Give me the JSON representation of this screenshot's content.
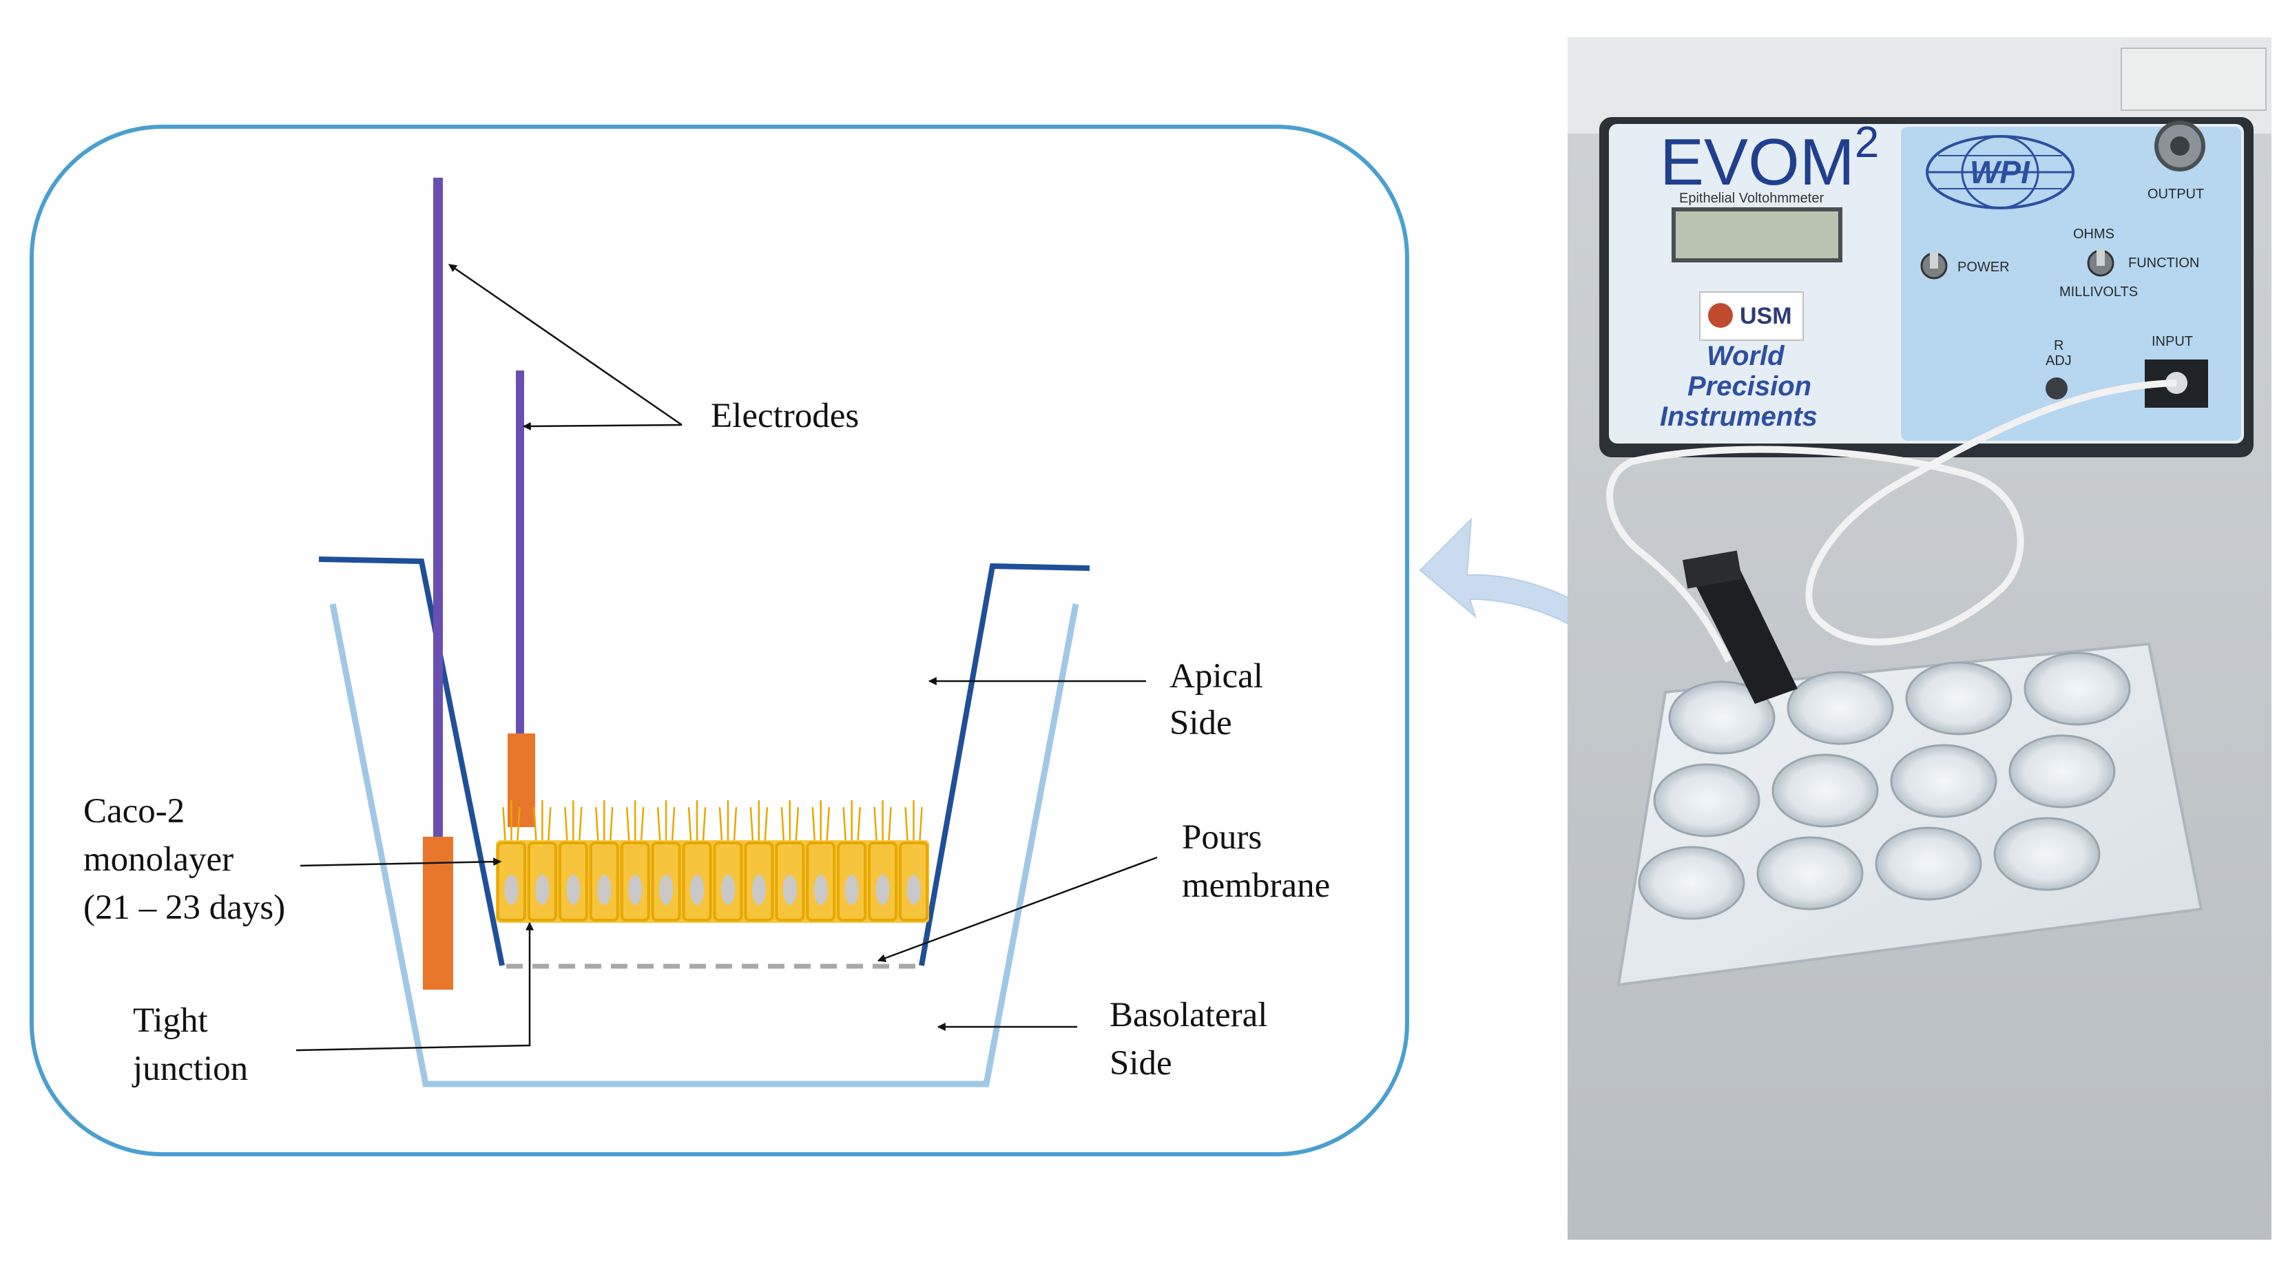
{
  "diagram": {
    "labels": {
      "electrodes": "Electrodes",
      "apical_line1": "Apical",
      "apical_line2": "Side",
      "caco_line1": "Caco-2",
      "caco_line2": "monolayer",
      "caco_line3": "(21 – 23 days)",
      "pours_line1": "Pours",
      "pours_line2": "membrane",
      "tight_line1": "Tight",
      "tight_line2": "junction",
      "basolateral_line1": "Basolateral",
      "basolateral_line2": "Side"
    },
    "cell_count": 14,
    "colors": {
      "panel_border": "#4a9fd0",
      "insert_wall": "#1e4f99",
      "outer_well": "#9fc8e6",
      "electrode": "#6a4fb3",
      "electrode_tip": "#e8772b",
      "cell_fill": "#f7c53d",
      "cell_border": "#e6a800",
      "nucleus": "#c9c9c9",
      "membrane": "#a8a8a8",
      "flow_arrow": "#c9dcef"
    }
  },
  "device": {
    "brand": "EVOM",
    "model_sup": "2",
    "subtitle": "Epithelial Voltohmmeter",
    "logo_text": "WPI",
    "maker_line1": "World",
    "maker_line2": "Precision",
    "maker_line3": "Instruments",
    "power_label": "POWER",
    "function_label": "FUNCTION",
    "ohms_label": "OHMS",
    "millivolts_label": "MILLIVOLTS",
    "output_label": "OUTPUT",
    "input_label": "INPUT",
    "radj_line1": "R",
    "radj_line2": "ADJ",
    "usm_text": "USM"
  }
}
